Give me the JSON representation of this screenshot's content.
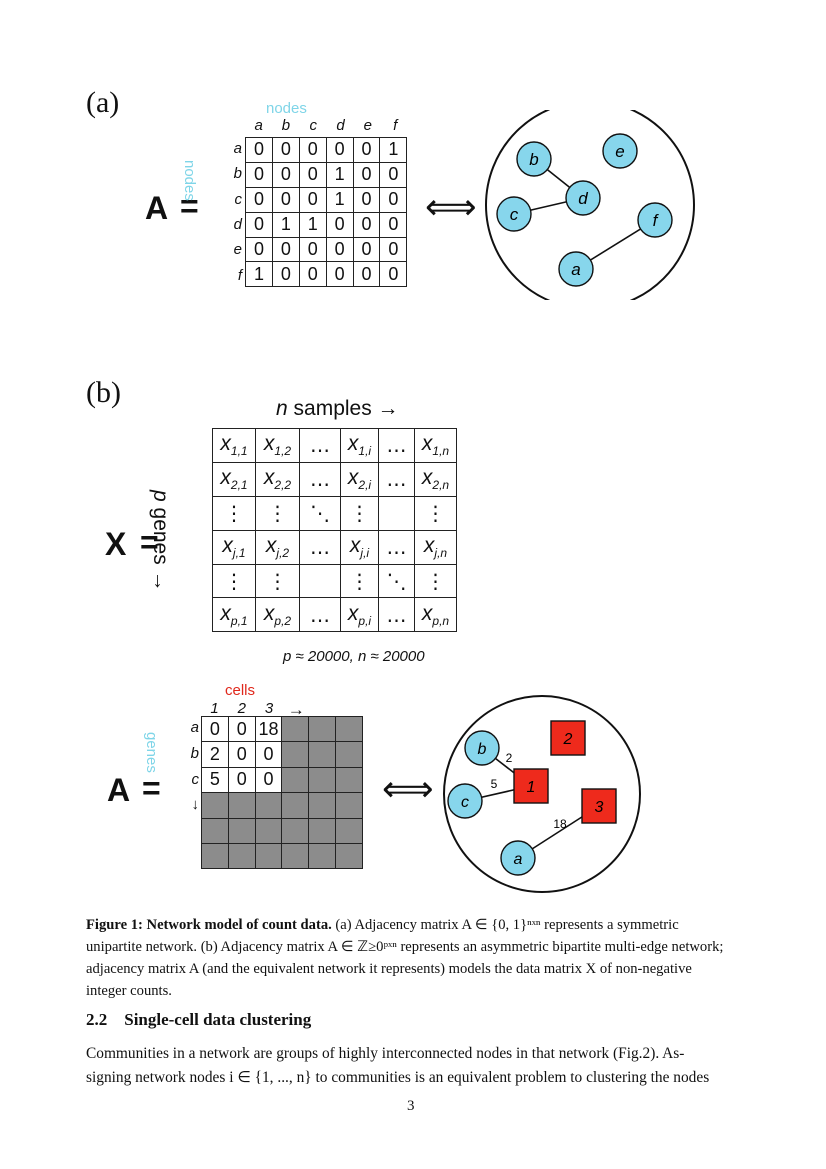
{
  "panel_a": {
    "label": "(a)",
    "matrix_symbol": "A",
    "equals": "=",
    "col_title": "nodes",
    "row_title": "nodes",
    "col_labels": [
      "a",
      "b",
      "c",
      "d",
      "e",
      "f"
    ],
    "row_labels": [
      "a",
      "b",
      "c",
      "d",
      "e",
      "f"
    ],
    "matrix": [
      [
        "0",
        "0",
        "0",
        "0",
        "0",
        "1"
      ],
      [
        "0",
        "0",
        "0",
        "1",
        "0",
        "0"
      ],
      [
        "0",
        "0",
        "0",
        "1",
        "0",
        "0"
      ],
      [
        "0",
        "1",
        "1",
        "0",
        "0",
        "0"
      ],
      [
        "0",
        "0",
        "0",
        "0",
        "0",
        "0"
      ],
      [
        "1",
        "0",
        "0",
        "0",
        "0",
        "0"
      ]
    ],
    "equiv": "⟺",
    "graph_nodes": [
      "a",
      "b",
      "c",
      "d",
      "e",
      "f"
    ]
  },
  "panel_b": {
    "label": "(b)",
    "matrix_symbol": "X",
    "equals": "=",
    "col_title_var": "n",
    "col_title_rest": " samples →",
    "row_title_var": "p",
    "row_title_rest": " genes →",
    "cells": [
      [
        "x|1,1",
        "x|1,2",
        "…",
        "x|1,i",
        "…",
        "x|1,n"
      ],
      [
        "x|2,1",
        "x|2,2",
        "…",
        "x|2,i",
        "…",
        "x|2,n"
      ],
      [
        "⋮",
        "⋮",
        "⋱",
        "⋮",
        "",
        "⋮"
      ],
      [
        "x|j,1",
        "x|j,2",
        "…",
        "x|j,i",
        "…",
        "x|j,n"
      ],
      [
        "⋮",
        "⋮",
        "",
        "⋮",
        "⋱",
        "⋮"
      ],
      [
        "x|p,1",
        "x|p,2",
        "…",
        "x|p,i",
        "…",
        "x|p,n"
      ]
    ],
    "dims_note": "p ≈ 20000,  n ≈ 20000",
    "adj_symbol": "A",
    "adj_equals": "=",
    "cells_title": "cells",
    "genes_title": "genes",
    "adj_col_labels": [
      "1",
      "2",
      "3",
      "→"
    ],
    "adj_row_labels": [
      "a",
      "b",
      "c",
      "↓"
    ],
    "adj_values": [
      [
        "0",
        "0",
        "18"
      ],
      [
        "2",
        "0",
        "0"
      ],
      [
        "5",
        "0",
        "0"
      ]
    ],
    "equiv": "⟺",
    "gene_nodes": [
      "a",
      "b",
      "c"
    ],
    "cell_nodes": [
      "1",
      "2",
      "3"
    ],
    "edge_weights": [
      "2",
      "5",
      "18"
    ]
  },
  "caption": {
    "prefix": "Figure 1: Network model of count data.",
    "line1": " (a) Adjacency matrix A ∈ {0, 1}ⁿˣⁿ represents a symmetric",
    "line2": "unipartite network. (b) Adjacency matrix A ∈ ℤ≥0ᵖˣⁿ represents an asymmetric bipartite multi-edge network;",
    "line3": "adjacency matrix A (and the equivalent network it represents) models the data matrix X of non-negative",
    "line4": "integer counts."
  },
  "section": {
    "number": "2.2",
    "title": "Single-cell data clustering",
    "line1": "Communities in a network are groups of highly interconnected nodes in that network (Fig.2). As-",
    "line2": "signing network nodes i ∈ {1, ..., n} to communities is an equivalent problem to clustering the nodes"
  },
  "page_number": "3",
  "colors": {
    "node_fill": "#87d6ec",
    "cell_fill": "#ee2a1c",
    "grey_cell": "#8c8c8c",
    "cyan_text": "#7fd5e8",
    "red_text": "#e0281c"
  }
}
